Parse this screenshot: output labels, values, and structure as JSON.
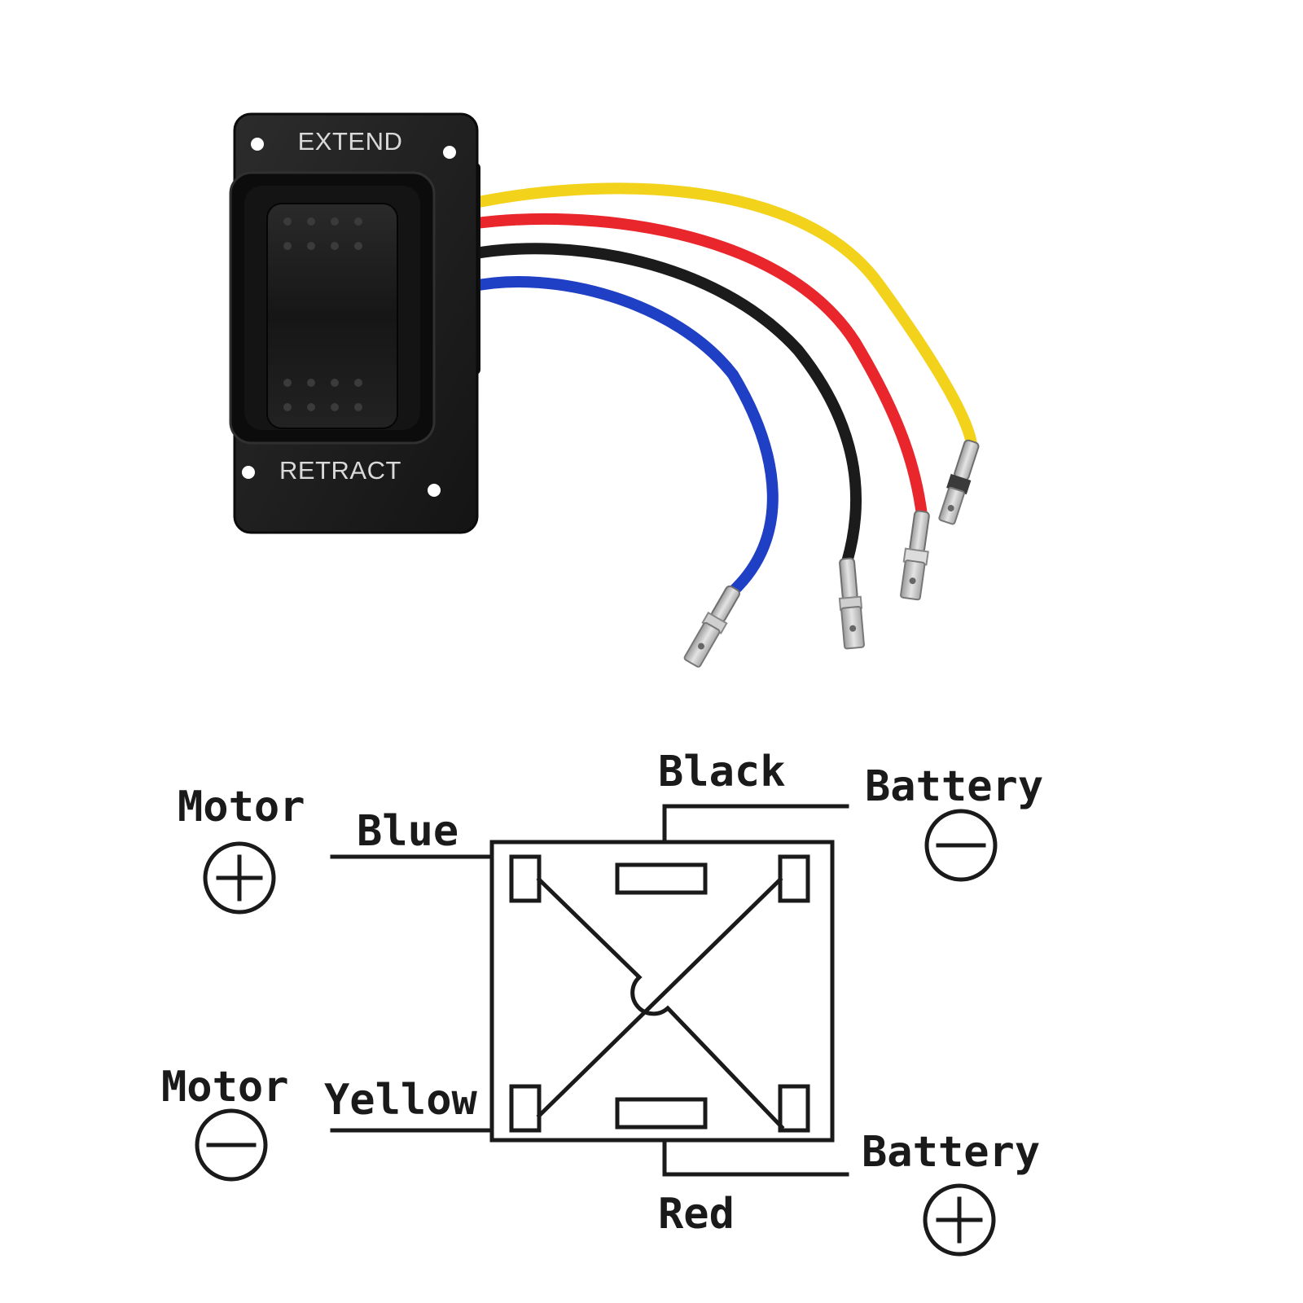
{
  "product": {
    "top_label": "EXTEND",
    "bottom_label": "RETRACT",
    "wire_colors": {
      "yellow": "#f2d21b",
      "red": "#e8262b",
      "black": "#1b1b1b",
      "blue": "#1f3fc4"
    }
  },
  "wiring_diagram": {
    "wires": {
      "blue": "Blue",
      "black": "Black",
      "yellow": "Yellow",
      "red": "Red"
    },
    "terminals": {
      "motor_positive": {
        "label": "Motor",
        "symbol": "plus"
      },
      "motor_negative": {
        "label": "Motor",
        "symbol": "minus"
      },
      "battery_negative": {
        "label": "Battery",
        "symbol": "minus"
      },
      "battery_positive": {
        "label": "Battery",
        "symbol": "plus"
      }
    }
  }
}
